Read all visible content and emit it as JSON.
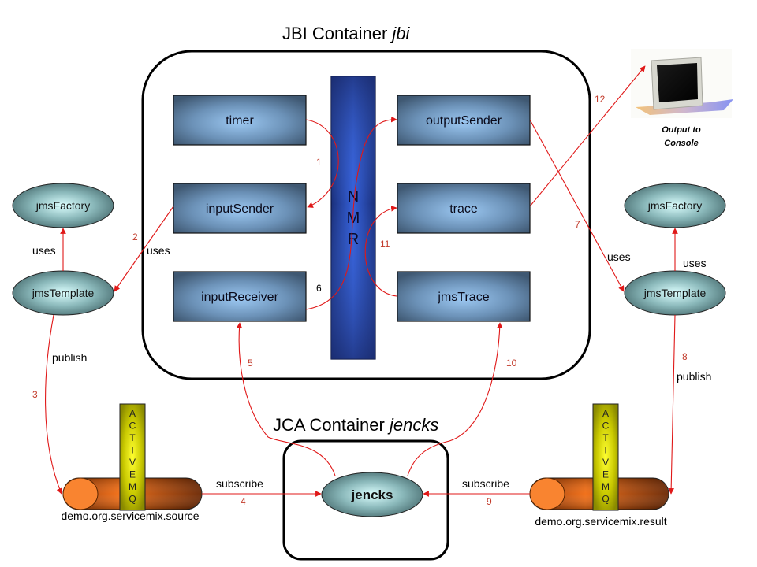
{
  "jbi_container": {
    "title_prefix": "JBI Container ",
    "title_name": "jbi"
  },
  "jca_container": {
    "title_prefix": "JCA Container ",
    "title_name": "jencks"
  },
  "nmr": {
    "letters": [
      "N",
      "M",
      "R"
    ]
  },
  "components": {
    "timer": "timer",
    "inputSender": "inputSender",
    "inputReceiver": "inputReceiver",
    "outputSender": "outputSender",
    "trace": "trace",
    "jmsTrace": "jmsTrace"
  },
  "left_jms": {
    "factory": "jmsFactory",
    "template": "jmsTemplate"
  },
  "right_jms": {
    "factory": "jmsFactory",
    "template": "jmsTemplate"
  },
  "jencks": {
    "label": "jencks"
  },
  "queues": {
    "source": {
      "label": "demo.org.servicemix.source",
      "broker_letters": [
        "A",
        "C",
        "T",
        "I",
        "V",
        "E",
        "M",
        "Q"
      ]
    },
    "result": {
      "label": "demo.org.servicemix.result",
      "broker_letters": [
        "A",
        "C",
        "T",
        "I",
        "V",
        "E",
        "M",
        "Q"
      ]
    }
  },
  "console": {
    "line1": "Output to",
    "line2": "Console"
  },
  "edge_labels": {
    "left_factory_uses": "uses",
    "left_sender_uses": "uses",
    "left_publish": "publish",
    "source_subscribe": "subscribe",
    "result_subscribe": "subscribe",
    "right_sender_uses": "uses",
    "right_factory_uses": "uses",
    "right_publish": "publish"
  },
  "steps": [
    "1",
    "2",
    "3",
    "4",
    "5",
    "6",
    "7",
    "8",
    "9",
    "10",
    "11",
    "12"
  ],
  "colors": {
    "arrow": "#e01818",
    "step_number": "#c23a2a",
    "nmr_blue": "#2244bb",
    "component_steel": "#4d6a86",
    "oval_teal": "#5e8a8e",
    "queue_orange": "#d85a00",
    "activemq_yellow": "#e8e800"
  }
}
